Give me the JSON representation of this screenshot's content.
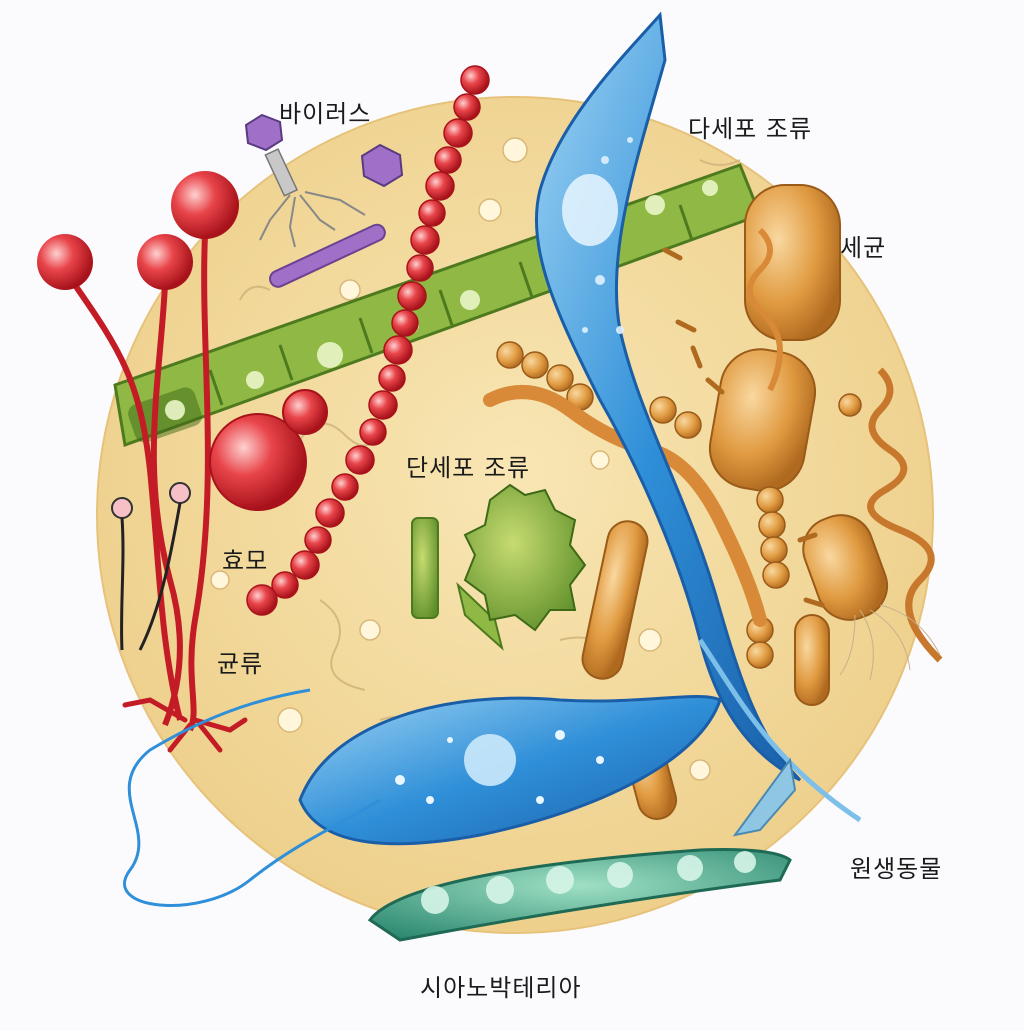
{
  "labels": {
    "virus": "바이러스",
    "multicellular_algae": "다세포 조류",
    "bacteria": "세균",
    "unicellular_algae": "단세포 조류",
    "yeast": "효모",
    "fungi": "균류",
    "protozoa": "원생동물",
    "cyanobacteria": "시아노박테리아"
  },
  "colors": {
    "disc": "#f3d99b",
    "fungi": "#d8242c",
    "green_algae": "#7aa83a",
    "protozoa": "#2f8fd8",
    "bacteria": "#e0a04a",
    "virus": "#a070c8",
    "cyanobacteria": "#3f9a80"
  }
}
